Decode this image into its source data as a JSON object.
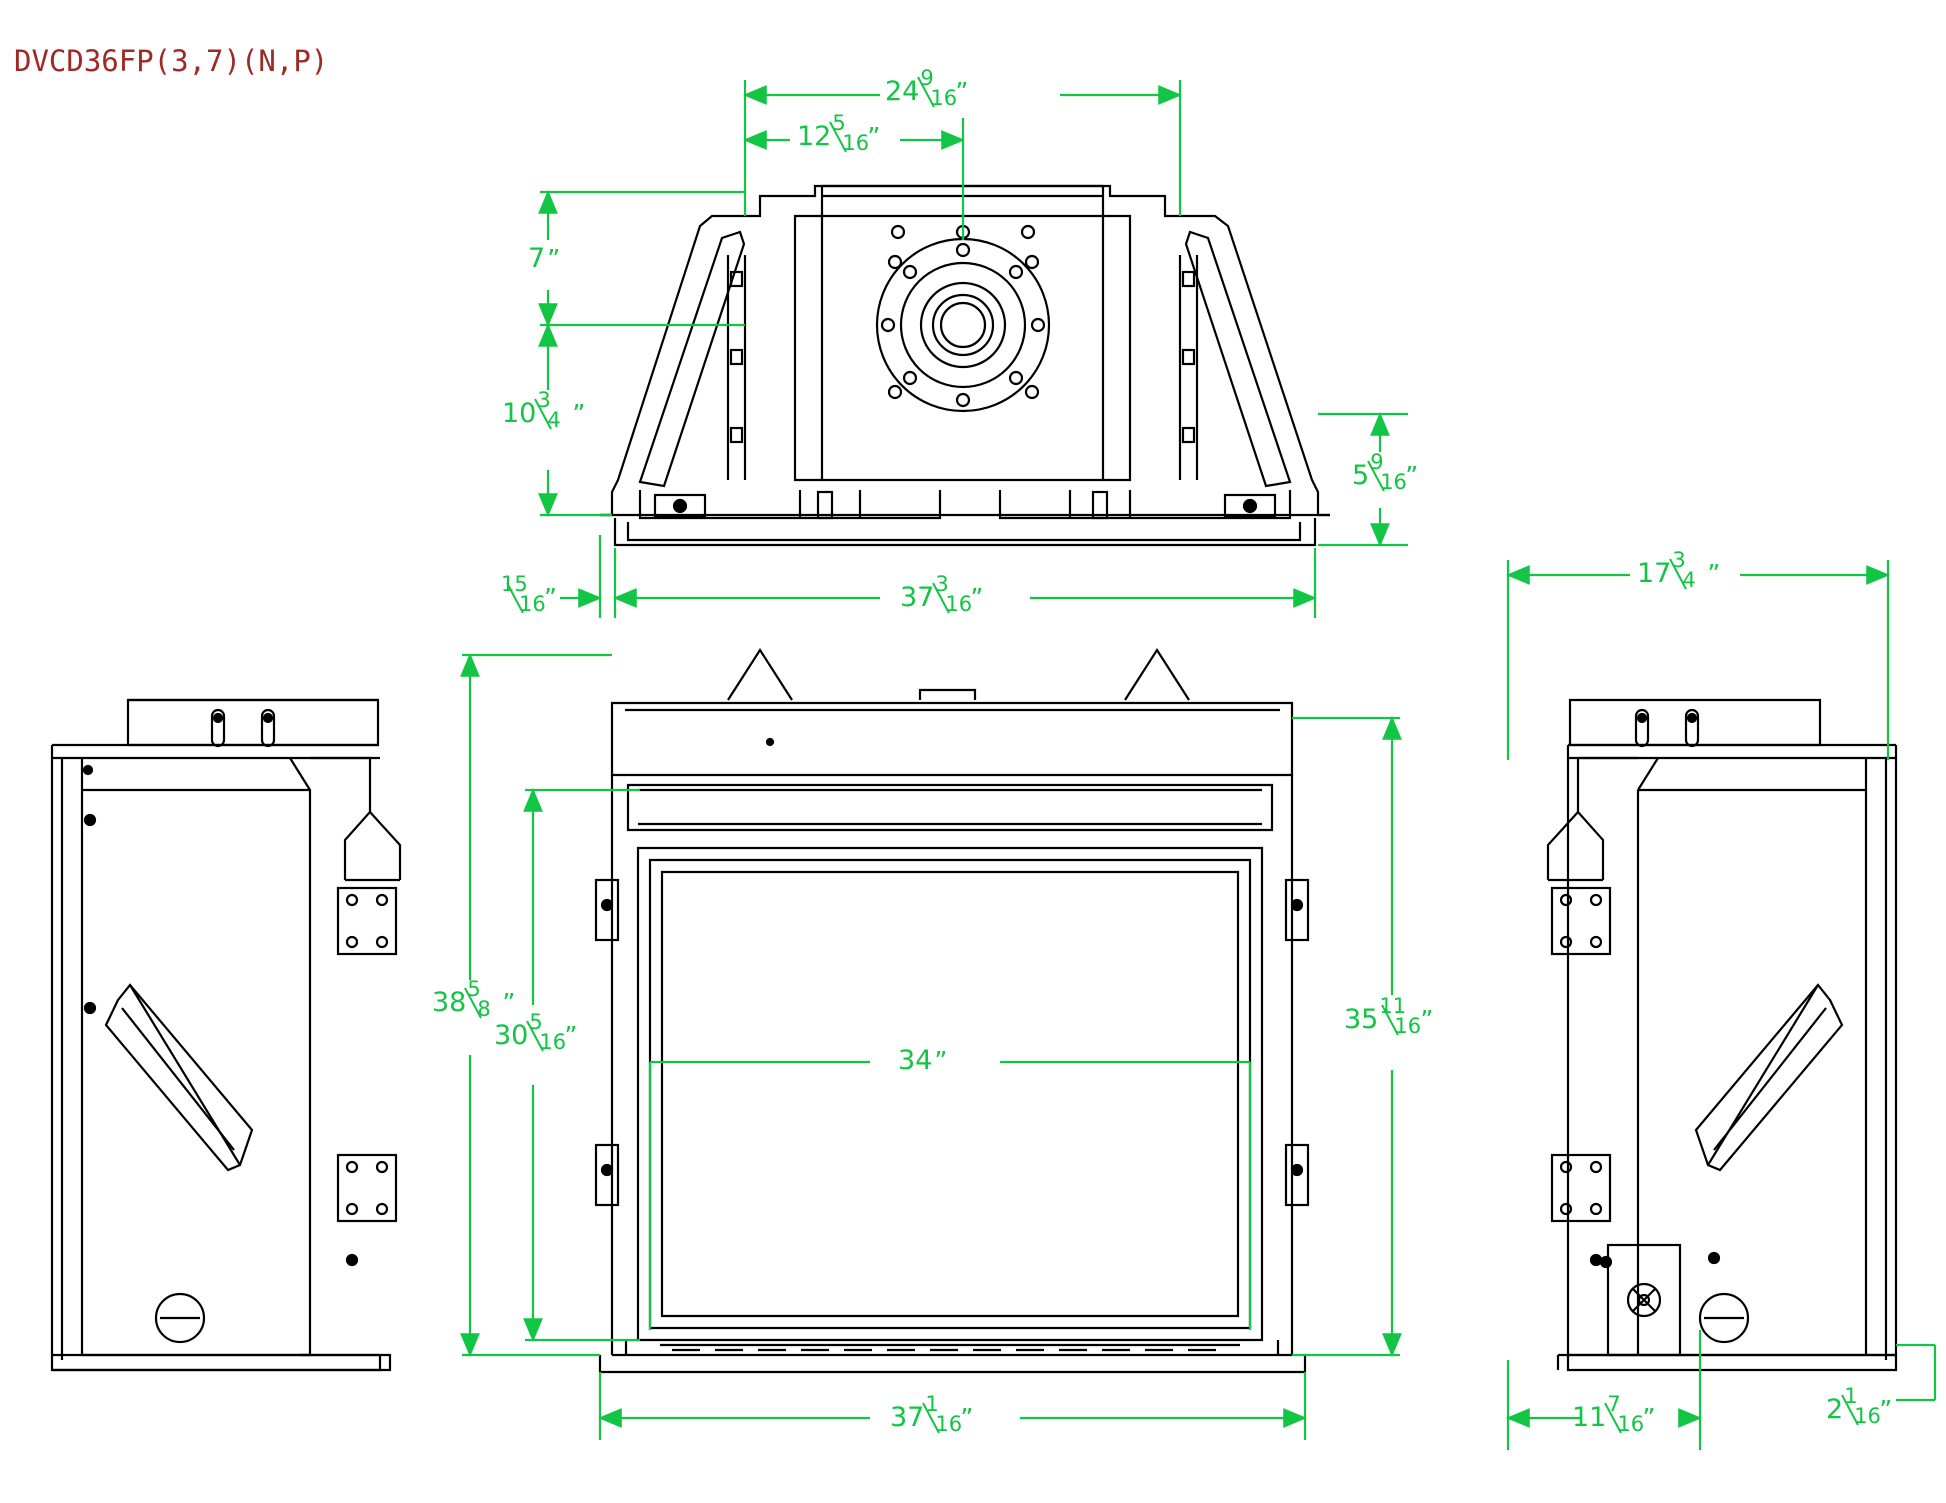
{
  "document": {
    "title": "DVCD36FP(3,7)(N,P)",
    "title_color": "#9e2a25",
    "dimension_color": "#12c544",
    "line_color": "#000000",
    "background": "#ffffff",
    "drawing_type": "mechanical-orthographic-views",
    "units": "inches",
    "views": [
      {
        "name": "top-view",
        "label": ""
      },
      {
        "name": "left-side-view",
        "label": ""
      },
      {
        "name": "front-view",
        "label": ""
      },
      {
        "name": "right-side-view",
        "label": ""
      }
    ]
  },
  "dimensions": {
    "top_view": [
      {
        "id": "d-24-9-16",
        "whole": "24",
        "num": "9",
        "den": "16",
        "mark": "”",
        "text": "24 9/16”",
        "orientation": "horizontal"
      },
      {
        "id": "d-12-5-16",
        "whole": "12",
        "num": "5",
        "den": "16",
        "mark": "”",
        "text": "12 5/16”",
        "orientation": "horizontal"
      },
      {
        "id": "d-7",
        "whole": "7",
        "num": "",
        "den": "",
        "mark": "”",
        "text": "7”",
        "orientation": "vertical"
      },
      {
        "id": "d-10-3-4",
        "whole": "10",
        "num": "3",
        "den": "4",
        "mark": "”",
        "text": "10 3/4”",
        "orientation": "vertical"
      },
      {
        "id": "d-5-9-16",
        "whole": "5",
        "num": "9",
        "den": "16",
        "mark": "”",
        "text": "5 9/16”",
        "orientation": "vertical"
      },
      {
        "id": "d-15-16",
        "whole": "",
        "num": "15",
        "den": "16",
        "mark": "”",
        "text": "15/16”",
        "orientation": "horizontal"
      },
      {
        "id": "d-37-3-16",
        "whole": "37",
        "num": "3",
        "den": "16",
        "mark": "”",
        "text": "37 3/16”",
        "orientation": "horizontal"
      }
    ],
    "front_view": [
      {
        "id": "d-38-5-8",
        "whole": "38",
        "num": "5",
        "den": "8",
        "mark": "”",
        "text": "38 5/8”",
        "orientation": "vertical"
      },
      {
        "id": "d-30-5-16",
        "whole": "30",
        "num": "5",
        "den": "16",
        "mark": "”",
        "text": "30 5/16”",
        "orientation": "vertical"
      },
      {
        "id": "d-35-11-16",
        "whole": "35",
        "num": "11",
        "den": "16",
        "mark": "”",
        "text": "35 11/16”",
        "orientation": "vertical"
      },
      {
        "id": "d-34",
        "whole": "34",
        "num": "",
        "den": "",
        "mark": "”",
        "text": "34”",
        "orientation": "horizontal"
      },
      {
        "id": "d-37-1-16",
        "whole": "37",
        "num": "1",
        "den": "16",
        "mark": "”",
        "text": "37 1/16”",
        "orientation": "horizontal"
      }
    ],
    "right_view": [
      {
        "id": "d-17-3-4",
        "whole": "17",
        "num": "3",
        "den": "4",
        "mark": "”",
        "text": "17 3/4”",
        "orientation": "horizontal"
      },
      {
        "id": "d-11-7-16",
        "whole": "11",
        "num": "7",
        "den": "16",
        "mark": "”",
        "text": "11 7/16”",
        "orientation": "horizontal"
      },
      {
        "id": "d-2-1-16",
        "whole": "2",
        "num": "1",
        "den": "16",
        "mark": "”",
        "text": "2 1/16”",
        "orientation": "horizontal"
      }
    ]
  }
}
